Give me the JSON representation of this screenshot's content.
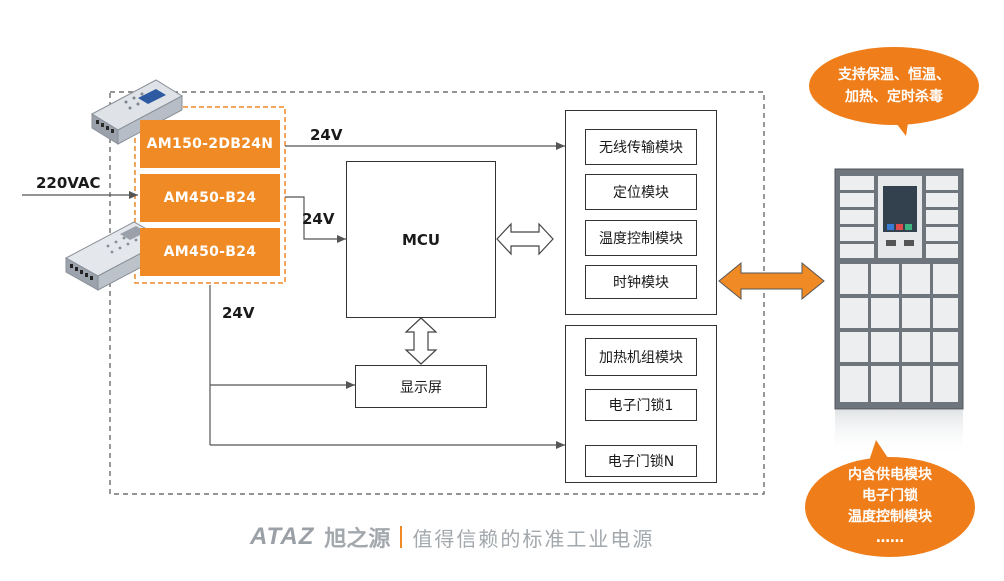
{
  "input_voltage": "220VAC",
  "power_supplies": [
    "AM150-2DB24N",
    "AM450-B24",
    "AM450-B24"
  ],
  "voltage_labels": {
    "top": "24V",
    "mcu": "24V",
    "bottom": "24V"
  },
  "mcu_label": "MCU",
  "display_label": "显示屏",
  "module_group_top": [
    "无线传输模块",
    "定位模块",
    "温度控制模块",
    "时钟模块"
  ],
  "module_group_bottom": [
    "加热机组模块",
    "电子门锁1",
    "电子门锁N"
  ],
  "bubble_top": [
    "支持保温、恒温、",
    "加热、定时杀毒"
  ],
  "bubble_bottom": [
    "内含供电模块",
    "电子门锁",
    "温度控制模块",
    "……"
  ],
  "footer": {
    "logo": "ATAZ",
    "brand": "旭之源",
    "slogan": "值得信赖的标准工业电源"
  },
  "colors": {
    "accent": "#f08a24",
    "line": "#333333"
  }
}
